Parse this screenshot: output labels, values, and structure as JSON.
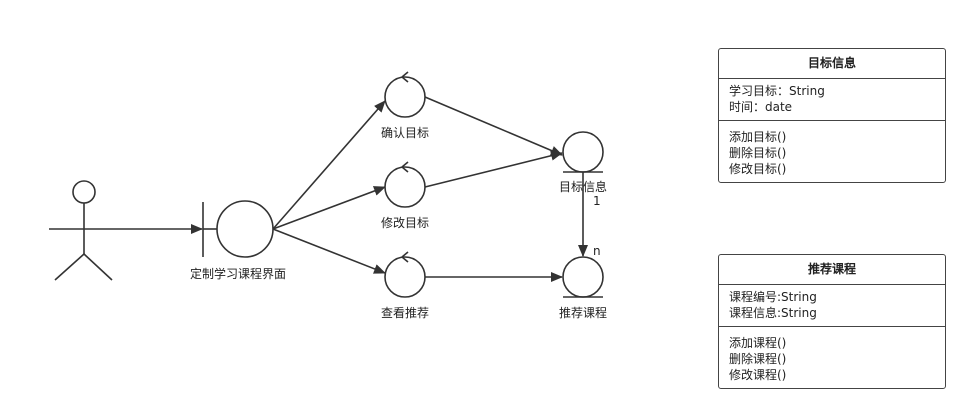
{
  "actor": {
    "label": ""
  },
  "boundary": {
    "label": "定制学习课程界面"
  },
  "controls": [
    {
      "id": "confirm",
      "label": "确认目标"
    },
    {
      "id": "modify",
      "label": "修改目标"
    },
    {
      "id": "view",
      "label": "查看推荐"
    }
  ],
  "entities": [
    {
      "id": "goal",
      "label": "目标信息"
    },
    {
      "id": "course",
      "label": "推荐课程"
    }
  ],
  "association": {
    "source_multiplicity": "1",
    "target_multiplicity": "n"
  },
  "classes": {
    "goal": {
      "title": "目标信息",
      "attributes": [
        "学习目标：String",
        "时间：date"
      ],
      "methods": [
        "添加目标()",
        "删除目标()",
        "修改目标()"
      ]
    },
    "course": {
      "title": "推荐课程",
      "attributes": [
        "课程编号:String",
        "课程信息:String"
      ],
      "methods": [
        "添加课程()",
        "删除课程()",
        "修改课程()"
      ]
    }
  },
  "colors": {
    "stroke": "#333333",
    "background": "#ffffff"
  }
}
